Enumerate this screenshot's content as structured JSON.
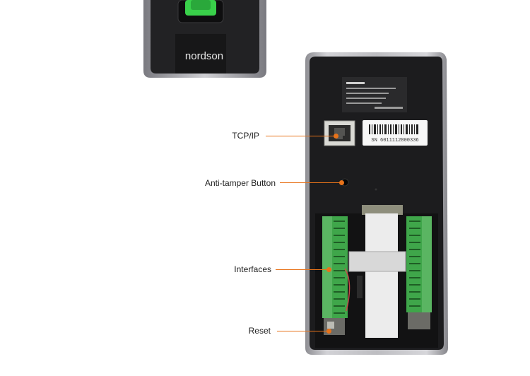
{
  "brand": "nordson",
  "callouts": {
    "tcp_ip": "TCP/IP",
    "anti_tamper": "Anti-tamper Button",
    "interfaces": "Interfaces",
    "reset": "Reset"
  },
  "serial_label": "SN  6011112800336",
  "colors": {
    "accent": "#e8731a",
    "device_body": "#1c1c1e",
    "device_frame": "#b9b9bd",
    "terminal_green": "#3fa64a",
    "sensor_green": "#39d04a"
  }
}
